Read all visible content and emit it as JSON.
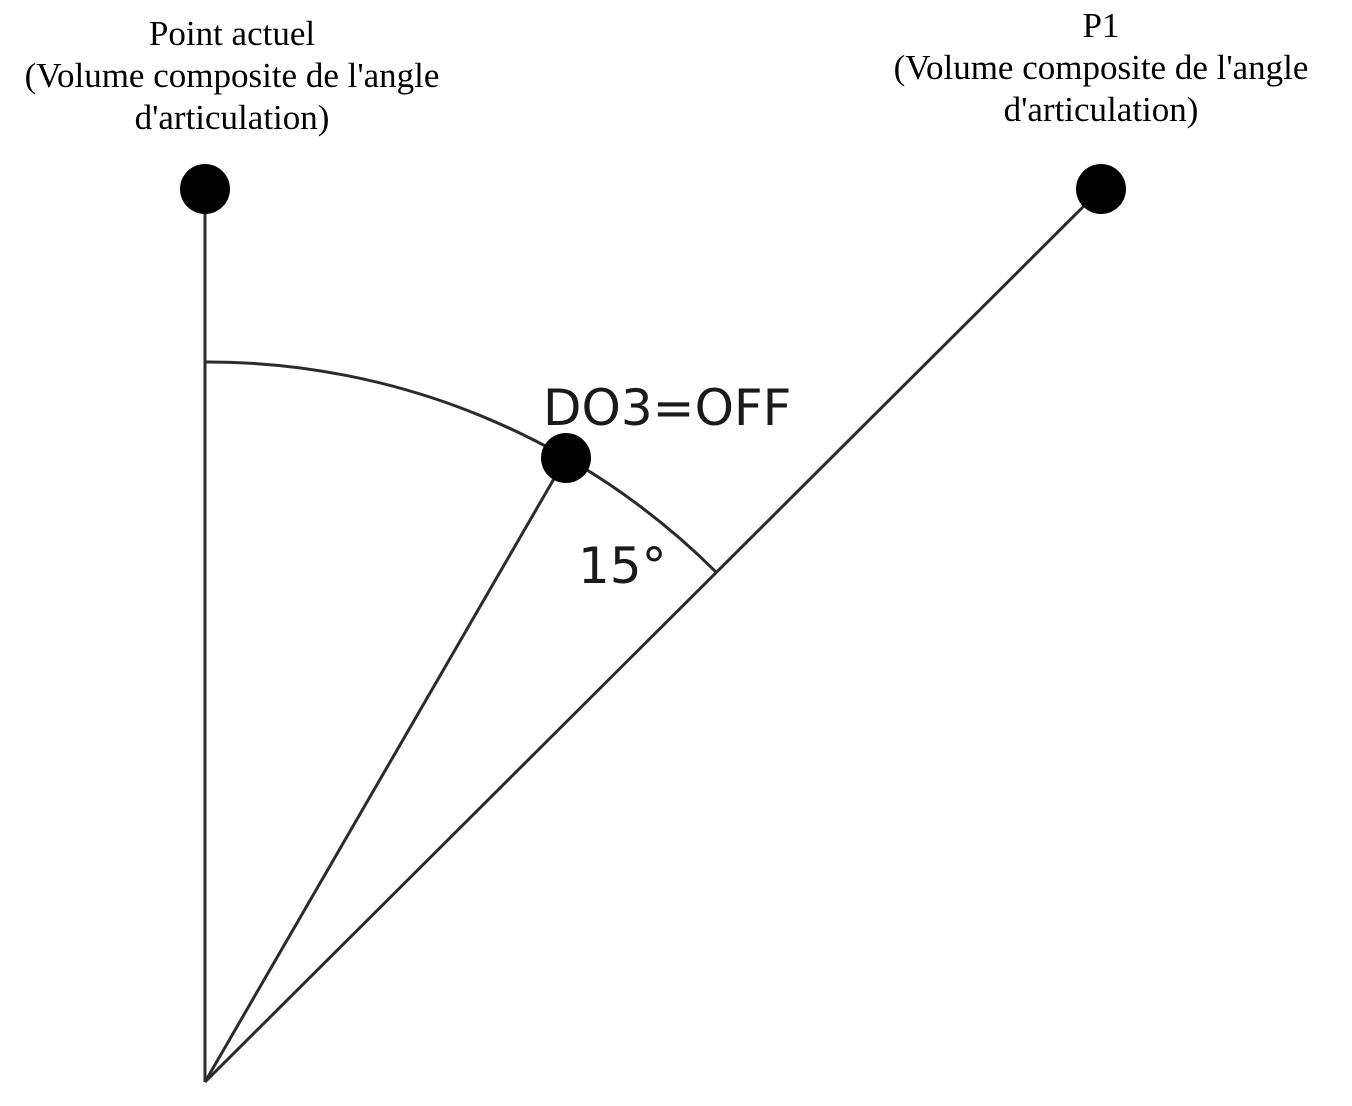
{
  "labels": {
    "current_point": {
      "line1": "Point actuel",
      "line2": "(Volume composite de l'angle",
      "line3": "d'articulation)"
    },
    "p1": {
      "line1": "P1",
      "line2": "(Volume composite de l'angle",
      "line3": "d'articulation)"
    },
    "trigger": "DO3=OFF",
    "angle": "15°"
  },
  "colors": {
    "line": "#2b2b2b",
    "dot": "#000000",
    "text": "#000000"
  }
}
